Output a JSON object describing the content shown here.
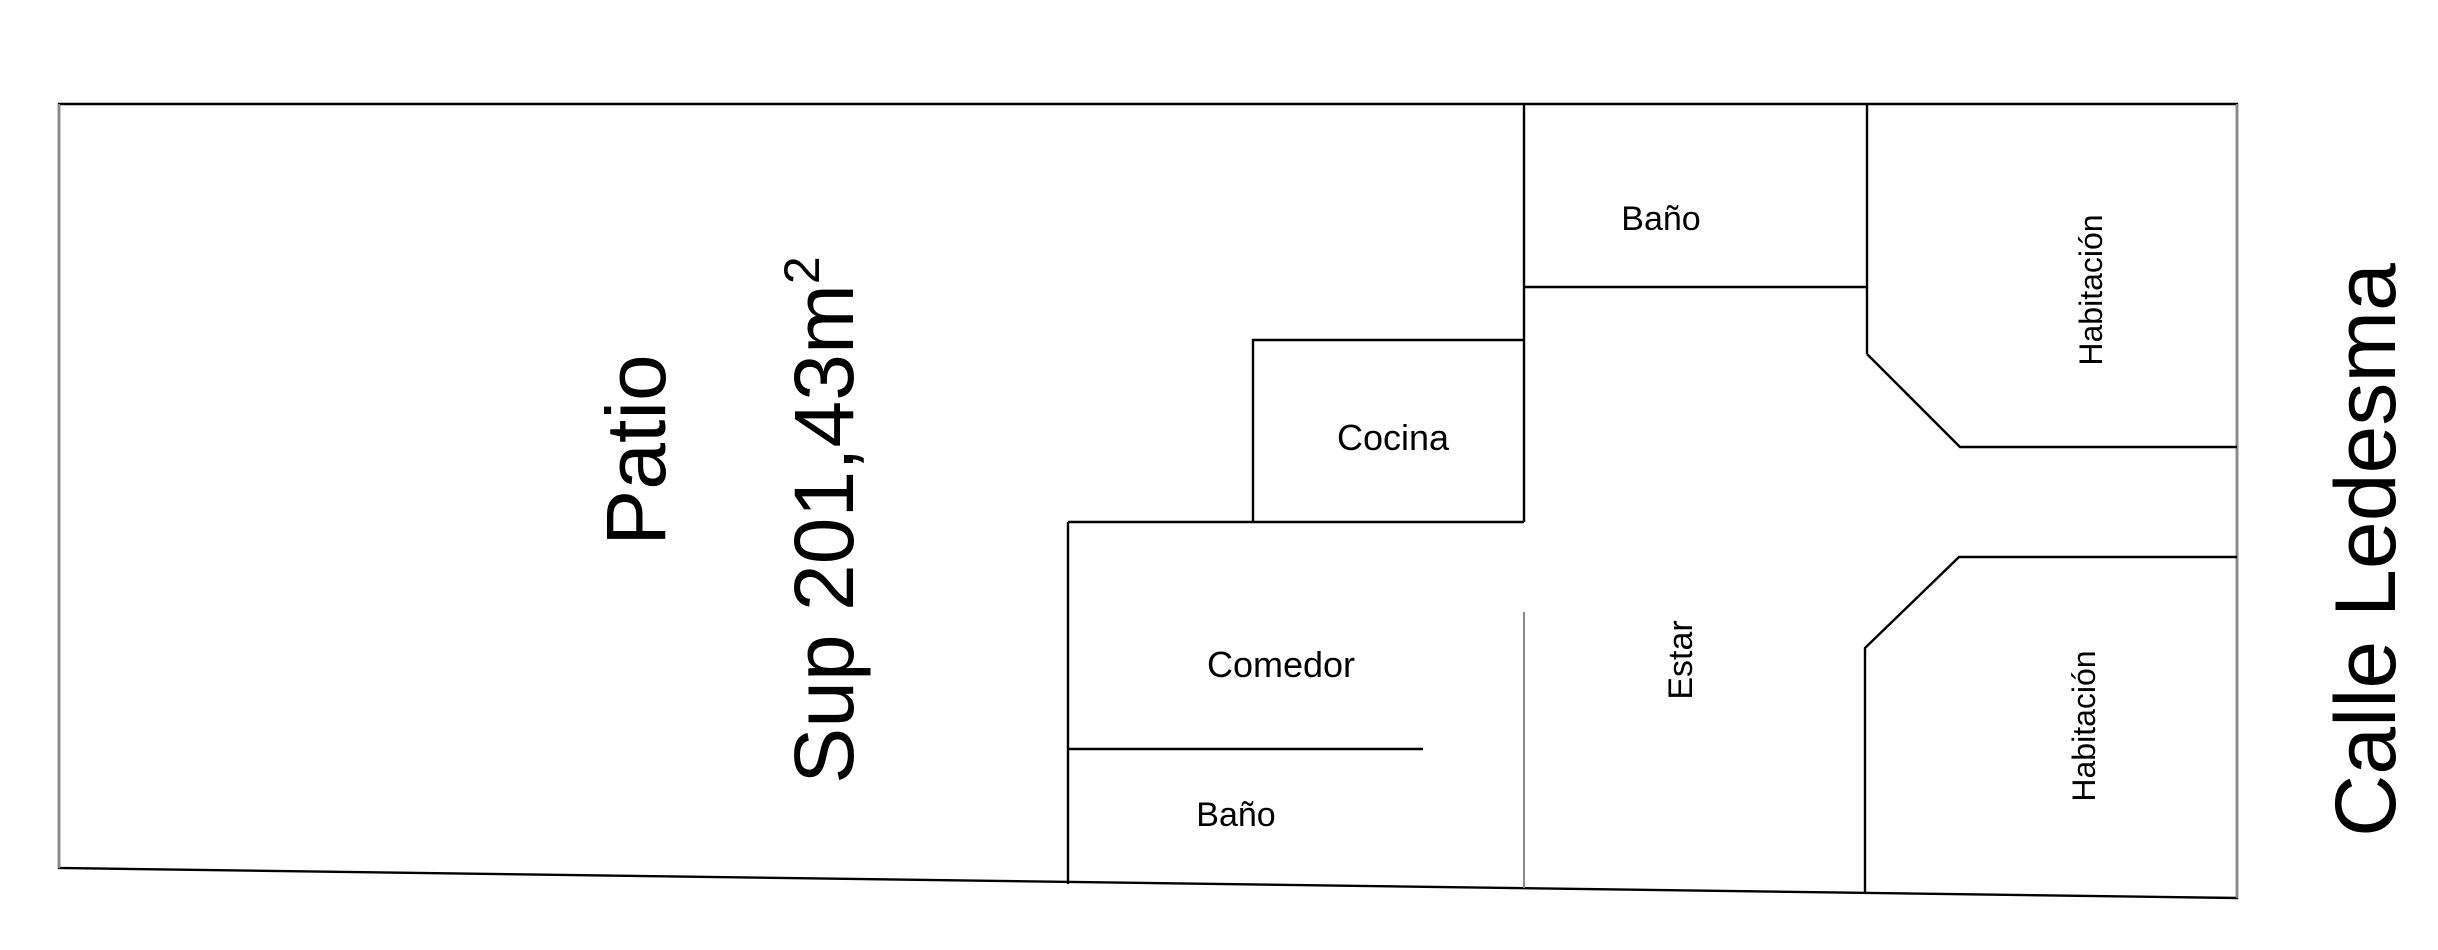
{
  "plan": {
    "patio": {
      "label": "Patio",
      "area_label": "Sup 201,43m",
      "area_superscript": "2"
    },
    "street": {
      "label": "Calle Ledesma"
    },
    "rooms": {
      "bano_top": "Baño",
      "habitacion_top": "Habitación",
      "cocina": "Cocina",
      "comedor": "Comedor",
      "bano_bottom": "Baño",
      "estar": "Estar",
      "habitacion_bottom": "Habitación"
    },
    "colors": {
      "line": "#000000",
      "wall_light": "#8a8a8a",
      "background": "#ffffff"
    }
  }
}
